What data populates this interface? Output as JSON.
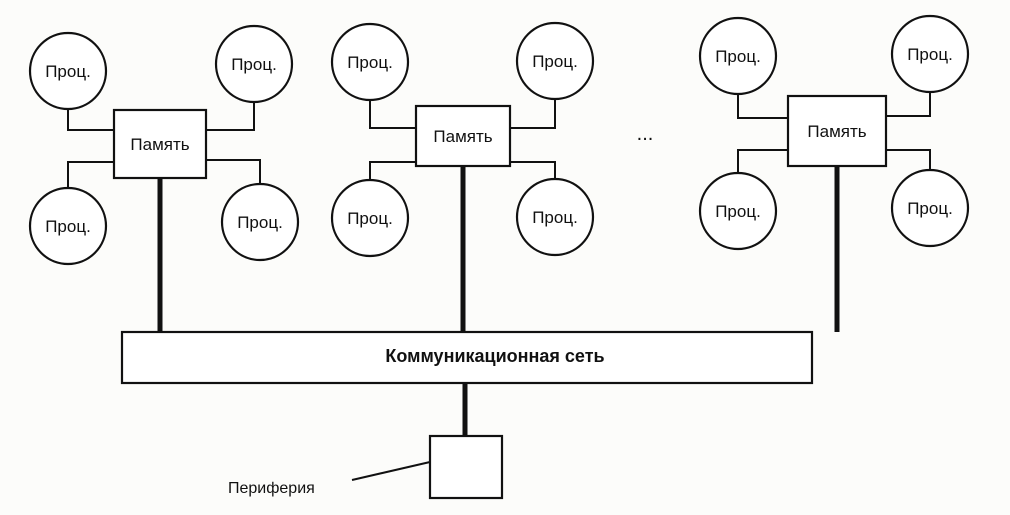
{
  "labels": {
    "processor": "Проц.",
    "memory": "Память",
    "network": "Коммуникационная сеть",
    "periphery": "Периферия",
    "ellipsis": "..."
  },
  "nodes_count": 3
}
